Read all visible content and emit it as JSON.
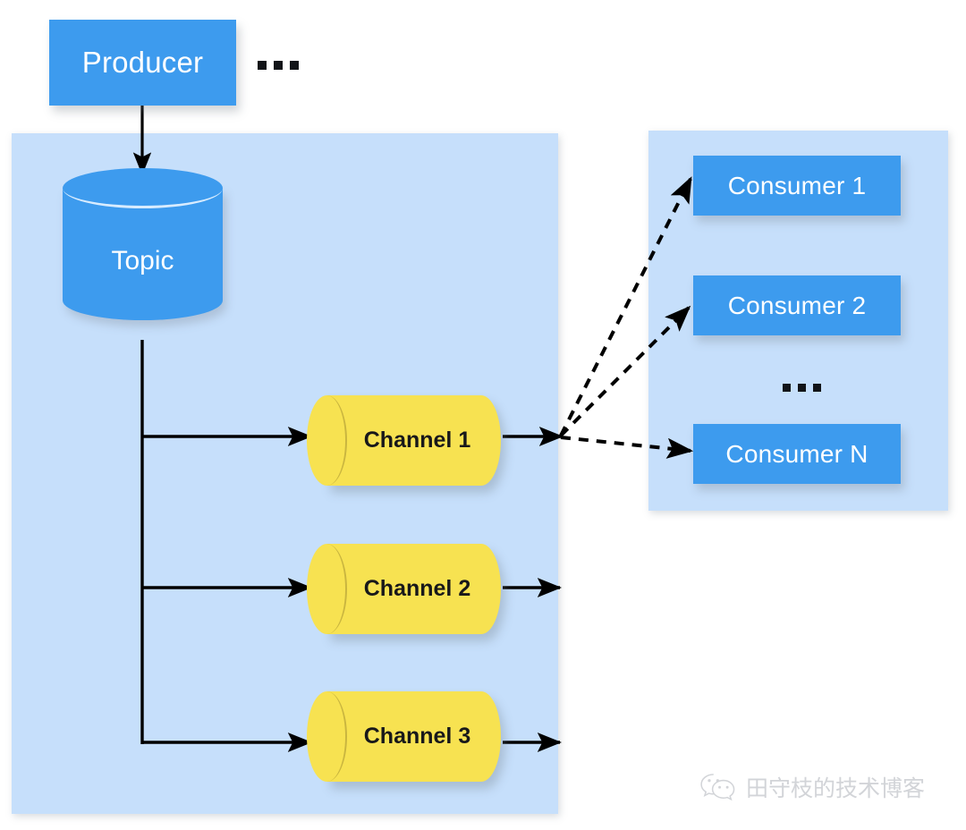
{
  "diagram": {
    "title": "Producer / Topic / Channel / Consumer message flow",
    "colors": {
      "node_blue": "#3d9bee",
      "panel_blue": "#c6dffb",
      "channel_yellow": "#f7e251",
      "connector_black": "#000000",
      "watermark_gray": "#d2d4d8",
      "background": "#ffffff"
    }
  },
  "producer": {
    "label": "Producer",
    "ellipsis": "..."
  },
  "broker_panel": {
    "topic": {
      "label": "Topic"
    },
    "channels": [
      {
        "label": "Channel 1"
      },
      {
        "label": "Channel 2"
      },
      {
        "label": "Channel 3"
      }
    ]
  },
  "consumer_panel": {
    "consumers": [
      {
        "label": "Consumer 1"
      },
      {
        "label": "Consumer 2"
      },
      {
        "label": "Consumer N"
      }
    ],
    "ellipsis": "..."
  },
  "watermark": {
    "icon": "wechat-icon",
    "text": "田守枝的技术博客"
  }
}
